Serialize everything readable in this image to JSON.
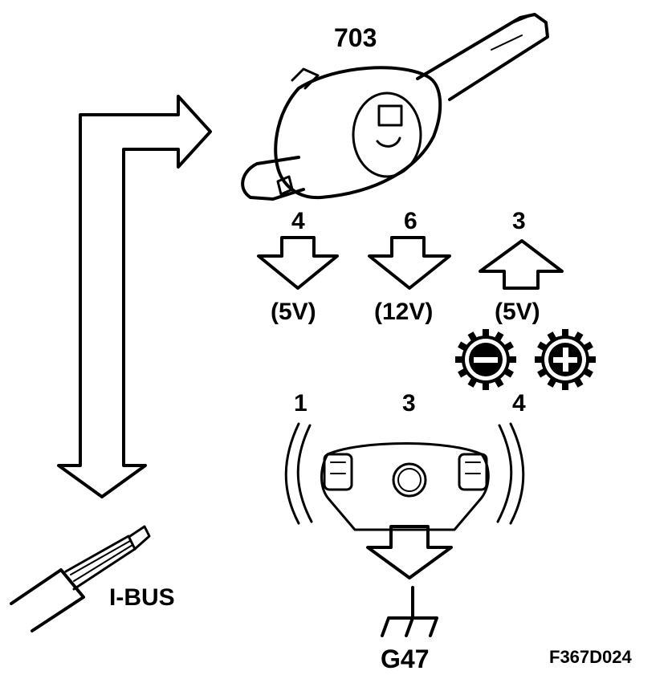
{
  "component": {
    "number": "703"
  },
  "pins": [
    {
      "pin": "4",
      "voltage": "(5V)",
      "direction": "down"
    },
    {
      "pin": "6",
      "voltage": "(12V)",
      "direction": "down"
    },
    {
      "pin": "3",
      "voltage": "(5V)",
      "direction": "up"
    }
  ],
  "controls": {
    "minus_icon": "minus-gear-icon",
    "plus_icon": "plus-gear-icon"
  },
  "steering_wheel": {
    "pins": [
      "1",
      "3",
      "4"
    ]
  },
  "ground": {
    "label": "G47"
  },
  "bus": {
    "label": "I-BUS"
  },
  "figure": {
    "code": "F367D024"
  },
  "colors": {
    "ink": "#000000",
    "paper": "#ffffff"
  }
}
